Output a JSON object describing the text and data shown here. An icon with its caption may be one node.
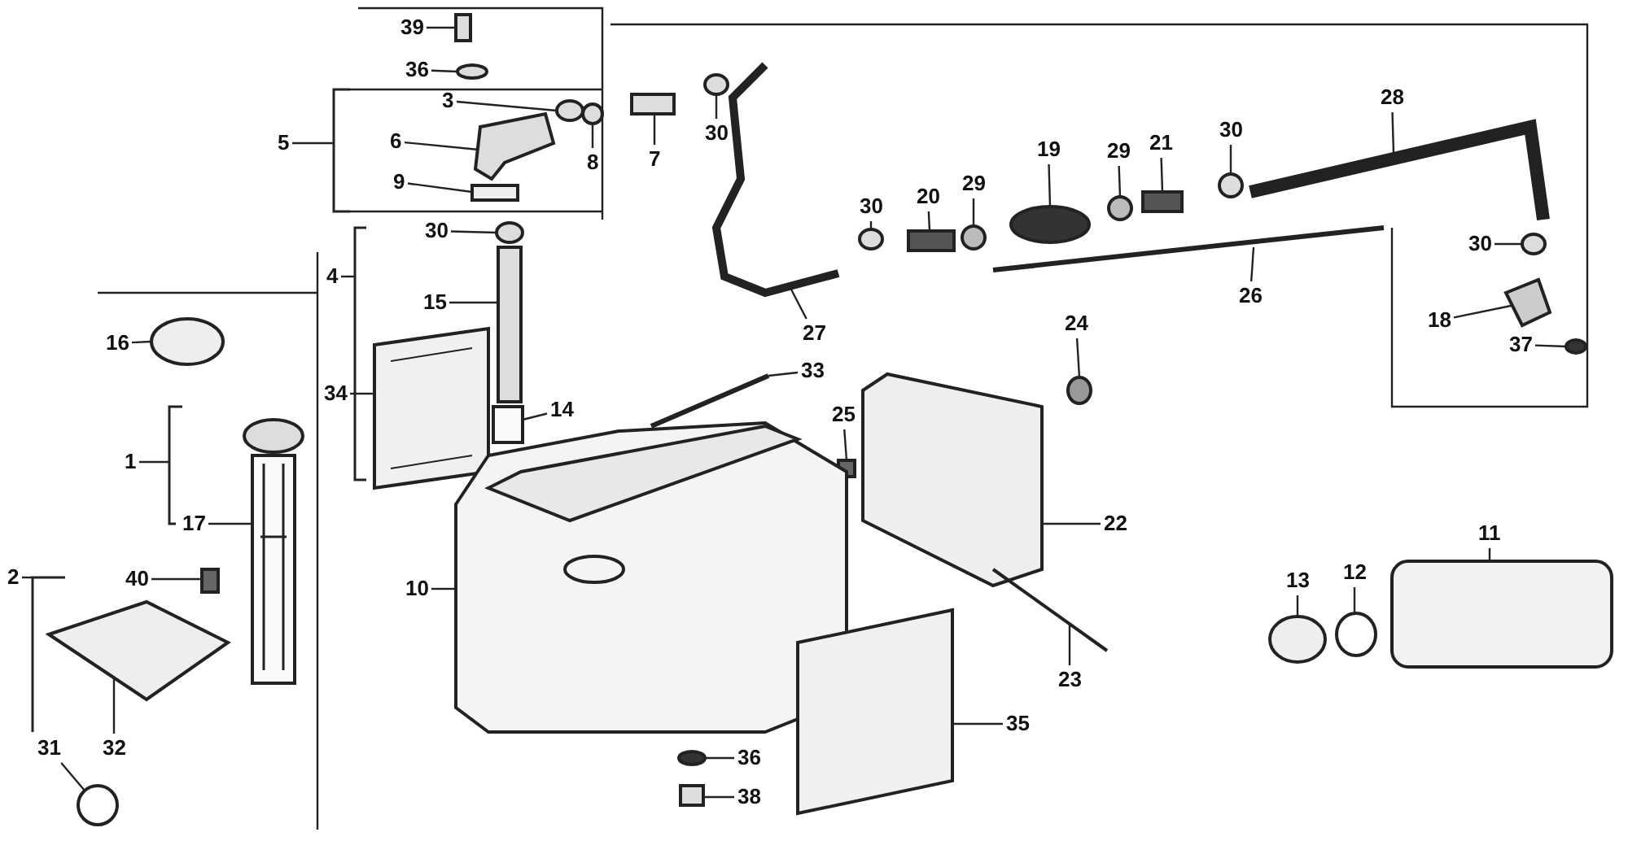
{
  "diagram": {
    "nodes": [
      {
        "text": [
          "39"
        ]
      },
      {
        "text": [
          "36"
        ]
      },
      {
        "text": [
          "3"
        ]
      },
      {
        "text": [
          "6"
        ]
      },
      {
        "text": [
          "9"
        ]
      },
      {
        "text": [
          "5"
        ]
      },
      {
        "text": [
          "8"
        ]
      },
      {
        "text": [
          "7"
        ]
      },
      {
        "text": [
          "30"
        ]
      },
      {
        "text": [
          "30"
        ]
      },
      {
        "text": [
          "20"
        ]
      },
      {
        "text": [
          "29"
        ]
      },
      {
        "text": [
          "19"
        ]
      },
      {
        "text": [
          "29"
        ]
      },
      {
        "text": [
          "21"
        ]
      },
      {
        "text": [
          "30"
        ]
      },
      {
        "text": [
          "28"
        ]
      },
      {
        "text": [
          "27"
        ]
      },
      {
        "text": [
          "26"
        ]
      },
      {
        "text": [
          "30"
        ]
      },
      {
        "text": [
          "18"
        ]
      },
      {
        "text": [
          "37"
        ]
      },
      {
        "text": [
          "4"
        ]
      },
      {
        "text": [
          "30"
        ]
      },
      {
        "text": [
          "15"
        ]
      },
      {
        "text": [
          "16"
        ]
      },
      {
        "text": [
          "34"
        ]
      },
      {
        "text": [
          "1"
        ]
      },
      {
        "text": [
          "17"
        ]
      },
      {
        "text": [
          "14"
        ]
      },
      {
        "text": [
          "33"
        ]
      },
      {
        "text": [
          "24"
        ]
      },
      {
        "text": [
          "25"
        ]
      },
      {
        "text": [
          "22"
        ]
      },
      {
        "text": [
          "10"
        ]
      },
      {
        "text": [
          "2"
        ]
      },
      {
        "text": [
          "40"
        ]
      },
      {
        "text": [
          "31"
        ]
      },
      {
        "text": [
          "32"
        ]
      },
      {
        "text": [
          "23"
        ]
      },
      {
        "text": [
          "35"
        ]
      },
      {
        "text": [
          "36"
        ]
      },
      {
        "text": [
          "38"
        ]
      },
      {
        "text": [
          "13"
        ]
      },
      {
        "text": [
          "12"
        ]
      },
      {
        "text": [
          "11"
        ]
      },
      {
        "text": [],
        "shape": "box"
      },
      {
        "text": [],
        "shape": "circle"
      },
      {
        "text": [],
        "shape": "circle"
      },
      {
        "text": [],
        "shape": "picture"
      },
      {
        "text": [],
        "shape": "box"
      },
      {
        "text": [],
        "shape": "bracket"
      },
      {
        "text": [],
        "shape": "circle"
      },
      {
        "text": [],
        "shape": "box"
      },
      {
        "text": [],
        "shape": "circle"
      },
      {
        "text": [],
        "shape": "circle"
      },
      {
        "text": [],
        "shape": "box"
      },
      {
        "text": [],
        "shape": "circle"
      },
      {
        "text": [],
        "shape": "circle"
      },
      {
        "text": [],
        "shape": "circle"
      },
      {
        "text": [],
        "shape": "box"
      },
      {
        "text": [],
        "shape": "circle"
      },
      {
        "text": [],
        "shape": "picture"
      },
      {
        "text": [],
        "shape": "picture"
      },
      {
        "text": [],
        "shape": "picture"
      },
      {
        "text": [],
        "shape": "circle"
      },
      {
        "text": [],
        "shape": "picture"
      },
      {
        "text": [],
        "shape": "circle"
      },
      {
        "text": [],
        "shape": "bracket"
      },
      {
        "text": [],
        "shape": "circle"
      },
      {
        "text": [],
        "shape": "box"
      },
      {
        "text": [],
        "shape": "circle"
      },
      {
        "text": [],
        "shape": "picture"
      },
      {
        "text": [],
        "shape": "bracket"
      },
      {
        "text": [],
        "shape": "picture"
      },
      {
        "text": [],
        "shape": "box"
      },
      {
        "text": [],
        "shape": "picture"
      },
      {
        "text": [],
        "shape": "circle"
      },
      {
        "text": [],
        "shape": "box"
      },
      {
        "text": [],
        "shape": "picture"
      },
      {
        "text": [],
        "shape": "picture"
      },
      {
        "text": [],
        "shape": "bracket"
      },
      {
        "text": [],
        "shape": "box"
      },
      {
        "text": [],
        "shape": "circle"
      },
      {
        "text": [],
        "shape": "picture"
      },
      {
        "text": [],
        "shape": "picture"
      },
      {
        "text": [],
        "shape": "picture"
      },
      {
        "text": [],
        "shape": "circle"
      },
      {
        "text": [],
        "shape": "box"
      },
      {
        "text": [],
        "shape": "circle"
      },
      {
        "text": [],
        "shape": "circle"
      },
      {
        "text": [],
        "shape": "box"
      }
    ],
    "edges": [
      {
        "from": 0,
        "to": 46,
        "arrow": "none"
      },
      {
        "from": 1,
        "to": 47,
        "arrow": "none"
      },
      {
        "from": 2,
        "to": 48,
        "arrow": "none"
      },
      {
        "from": 3,
        "to": 49,
        "arrow": "none"
      },
      {
        "from": 4,
        "to": 50,
        "arrow": "none"
      },
      {
        "from": 5,
        "to": 51,
        "arrow": "none"
      },
      {
        "from": 6,
        "to": 52,
        "arrow": "none"
      },
      {
        "from": 7,
        "to": 53,
        "arrow": "none"
      },
      {
        "from": 8,
        "to": 54,
        "arrow": "none"
      },
      {
        "from": 9,
        "to": 55,
        "arrow": "none"
      },
      {
        "from": 10,
        "to": 56,
        "arrow": "none"
      },
      {
        "from": 11,
        "to": 57,
        "arrow": "none"
      },
      {
        "from": 12,
        "to": 58,
        "arrow": "none"
      },
      {
        "from": 13,
        "to": 59,
        "arrow": "none"
      },
      {
        "from": 14,
        "to": 60,
        "arrow": "none"
      },
      {
        "from": 15,
        "to": 61,
        "arrow": "none"
      },
      {
        "from": 16,
        "to": 62,
        "arrow": "none"
      },
      {
        "from": 17,
        "to": 63,
        "arrow": "none"
      },
      {
        "from": 18,
        "to": 64,
        "arrow": "none"
      },
      {
        "from": 19,
        "to": 65,
        "arrow": "none"
      },
      {
        "from": 20,
        "to": 66,
        "arrow": "none"
      },
      {
        "from": 21,
        "to": 67,
        "arrow": "none"
      },
      {
        "from": 22,
        "to": 68,
        "arrow": "none"
      },
      {
        "from": 23,
        "to": 69,
        "arrow": "none"
      },
      {
        "from": 24,
        "to": 70,
        "arrow": "none"
      },
      {
        "from": 25,
        "to": 71,
        "arrow": "none"
      },
      {
        "from": 26,
        "to": 72,
        "arrow": "none"
      },
      {
        "from": 27,
        "to": 73,
        "arrow": "none"
      },
      {
        "from": 28,
        "to": 74,
        "arrow": "none"
      },
      {
        "from": 29,
        "to": 75,
        "arrow": "none"
      },
      {
        "from": 30,
        "to": 76,
        "arrow": "none"
      },
      {
        "from": 31,
        "to": 77,
        "arrow": "none"
      },
      {
        "from": 32,
        "to": 78,
        "arrow": "none"
      },
      {
        "from": 33,
        "to": 79,
        "arrow": "none"
      },
      {
        "from": 34,
        "to": 80,
        "arrow": "none"
      },
      {
        "from": 35,
        "to": 81,
        "arrow": "none"
      },
      {
        "from": 36,
        "to": 82,
        "arrow": "none"
      },
      {
        "from": 37,
        "to": 83,
        "arrow": "none"
      },
      {
        "from": 38,
        "to": 84,
        "arrow": "none"
      },
      {
        "from": 39,
        "to": 85,
        "arrow": "none"
      },
      {
        "from": 40,
        "to": 86,
        "arrow": "none"
      },
      {
        "from": 41,
        "to": 87,
        "arrow": "none"
      },
      {
        "from": 42,
        "to": 88,
        "arrow": "none"
      },
      {
        "from": 43,
        "to": 89,
        "arrow": "none"
      },
      {
        "from": 44,
        "to": 90,
        "arrow": "none"
      },
      {
        "from": 45,
        "to": 91,
        "arrow": "none"
      }
    ]
  }
}
